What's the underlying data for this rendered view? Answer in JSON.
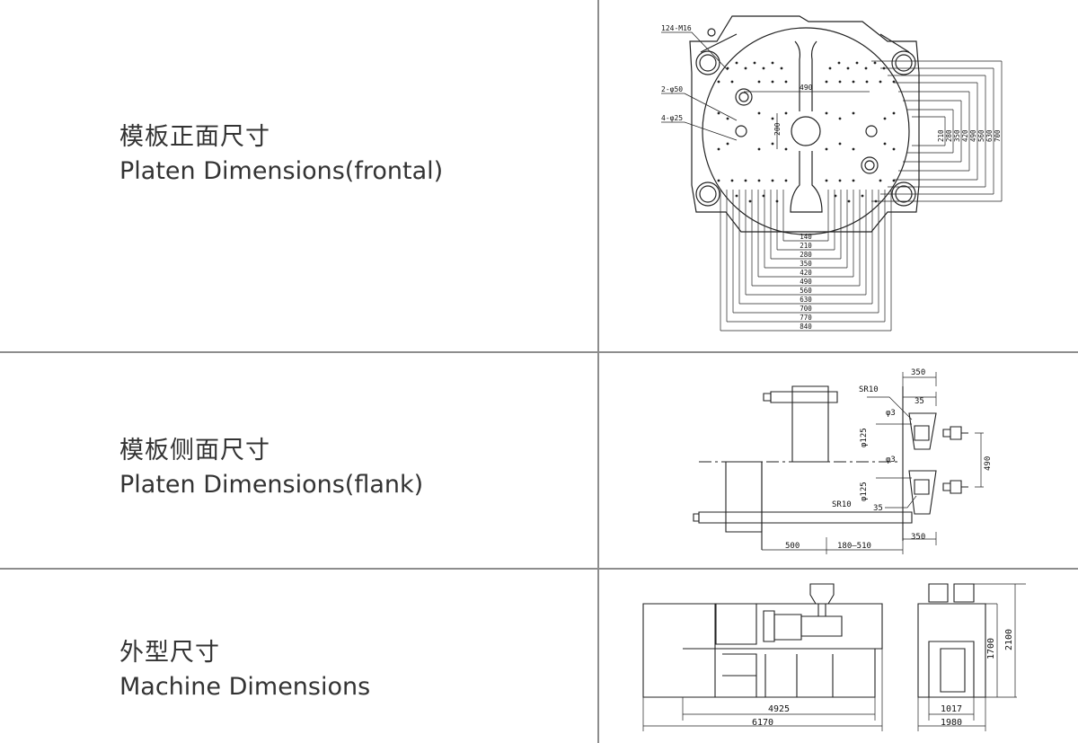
{
  "rows": [
    {
      "label_zh": "模板正面尺寸",
      "label_en": "Platen Dimensions(frontal)"
    },
    {
      "label_zh": "模板侧面尺寸",
      "label_en": "Platen Dimensions(flank)"
    },
    {
      "label_zh": "外型尺寸",
      "label_en": "Machine Dimensions"
    }
  ],
  "frontal": {
    "callouts": [
      "124-M16",
      "2-φ50",
      "4-φ25"
    ],
    "center_dim": "490",
    "small_dim": "200",
    "right_dims": [
      "210",
      "280",
      "350",
      "420",
      "490",
      "560",
      "630",
      "700"
    ],
    "bottom_dims": [
      "140",
      "210",
      "280",
      "350",
      "420",
      "490",
      "560",
      "630",
      "700",
      "770",
      "840"
    ]
  },
  "flank": {
    "top_dim": "350",
    "sr_top": "SR10",
    "dim_35_top": "35",
    "phi3_top": "φ3",
    "phi125_top": "φ125",
    "right_dim": "490",
    "phi3_bottom": "φ3",
    "phi125_bottom": "φ125",
    "sr_bottom": "SR10",
    "dim_35_bottom": "35",
    "bottom_dims": [
      "500",
      "180—510",
      "350"
    ]
  },
  "machine": {
    "length_inner": "4925",
    "length_total": "6170",
    "width_inner": "1017",
    "width_total": "1980",
    "height_inner": "1700",
    "height_total": "2100"
  }
}
